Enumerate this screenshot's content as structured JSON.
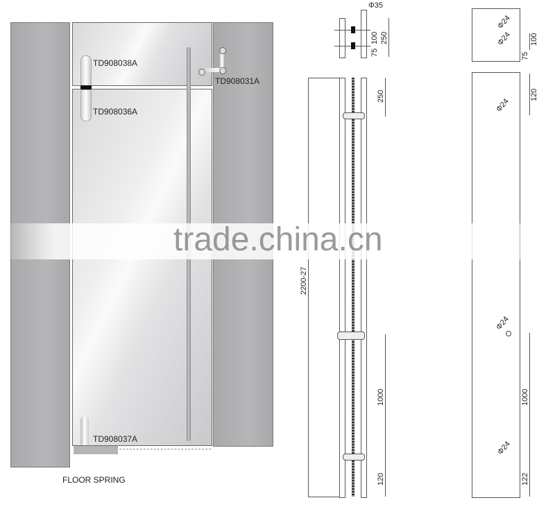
{
  "labels": {
    "top_hinge": "TD908038A",
    "mid_hinge": "TD908036A",
    "side_fitting": "TD908031A",
    "bottom_pivot": "TD908037A",
    "floor_spring": "FLOOR SPRING"
  },
  "side_view": {
    "top_detail": {
      "diameter": "Φ35",
      "dims": [
        "75",
        "100",
        "250"
      ]
    },
    "overall_height": "2200-27",
    "dims": {
      "top_offset": "250",
      "spacing": "1000",
      "bottom_offset": "120"
    }
  },
  "hole_view": {
    "top_detail": {
      "holes": [
        "Φ24",
        "Φ24"
      ],
      "dims": [
        "75",
        "100"
      ]
    },
    "main": {
      "top_hole": "Φ24",
      "top_offset": "120",
      "mid_hole": "Φ24",
      "bottom_hole": "Φ24",
      "spacing": "1000",
      "bottom_offset": "122"
    }
  },
  "watermark": "trade.china.cn"
}
